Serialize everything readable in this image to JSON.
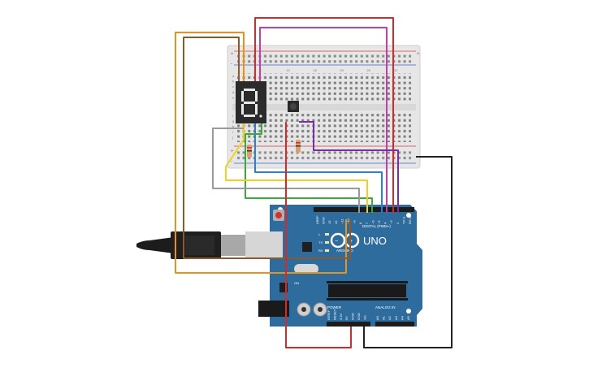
{
  "breadboard": {
    "column_numbers_top": [
      "1",
      "5",
      "10",
      "15",
      "20",
      "25",
      "30"
    ],
    "row_letters_left": [
      "a",
      "b",
      "c",
      "d",
      "e",
      "f",
      "g",
      "h",
      "i",
      "j"
    ],
    "rail_plus": "+",
    "rail_minus": "-"
  },
  "seven_segment": {
    "digit": "8",
    "segment_color": "#e8e8e8",
    "body_color": "#2b2b2b"
  },
  "arduino": {
    "logo_text": "UNO",
    "brand_text": "ARDUINO",
    "board_color": "#2f6c9e",
    "digital_label": "DIGITAL (PWM~)",
    "power_label": "POWER",
    "analog_label": "ANALOG IN",
    "digital_pin_labels": [
      "AREF",
      "GND",
      "13",
      "12",
      "~11",
      "~10",
      "~9",
      "8",
      "7",
      "~6",
      "~5",
      "4",
      "~3",
      "2",
      "TX>1",
      "RX<0"
    ],
    "power_pin_labels": [
      "IOREF",
      "RESET",
      "3.3V",
      "5V",
      "GND",
      "GND",
      "Vin"
    ],
    "analog_pin_labels": [
      "A0",
      "A1",
      "A2",
      "A3",
      "A4",
      "A5"
    ],
    "led_labels": [
      "L",
      "TX",
      "RX"
    ],
    "on_label": "ON"
  },
  "wire_colors": {
    "orange": "#e8921c",
    "brown": "#8a5a2b",
    "red": "#d62a2a",
    "magenta": "#c040a8",
    "purple": "#7a2ea0",
    "blue": "#2a7fd6",
    "green": "#3aaa3a",
    "yellow": "#f0d21e",
    "gray": "#9a9a9a",
    "black": "#222222"
  },
  "components": [
    {
      "name": "usb-cable",
      "label": ""
    },
    {
      "name": "pushbutton",
      "label": ""
    },
    {
      "name": "resistor-1",
      "label": ""
    },
    {
      "name": "resistor-2",
      "label": ""
    }
  ]
}
